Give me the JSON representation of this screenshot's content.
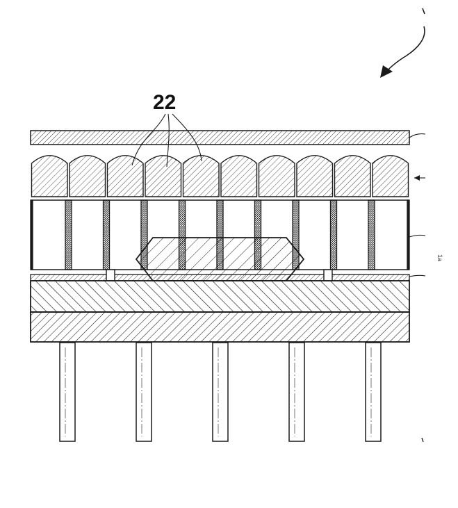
{
  "figure": {
    "reference_numeral": "22",
    "side_mark": "1a"
  },
  "structure": {
    "lens_count": 10,
    "cell_count": 10,
    "pin_count": 5,
    "solder_bump_count": 2
  },
  "colors": {
    "line": "#1a1a1a",
    "background": "#ffffff"
  }
}
